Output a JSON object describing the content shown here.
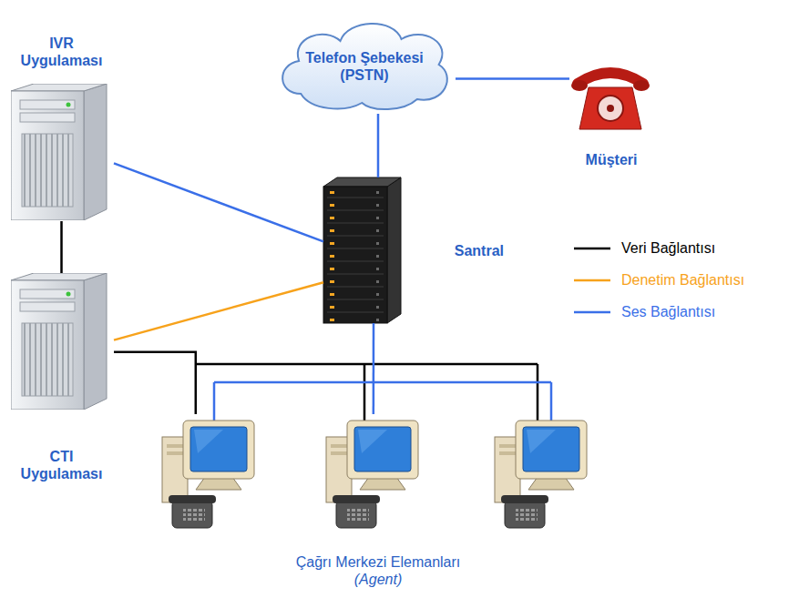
{
  "diagram": {
    "nodes": [
      {
        "text": [
          "IVR Uygulaması"
        ]
      },
      {
        "text": [
          "Telefon Şebekesi (PSTN)"
        ]
      },
      {
        "text": [
          "Müşteri"
        ]
      },
      {
        "text": [
          "Santral"
        ]
      },
      {
        "text": [
          "CTI Uygulaması"
        ]
      },
      {
        "text": [
          "Çağrı Merkezi Elemanları",
          "(Agent)"
        ]
      }
    ],
    "edges": [
      {
        "from": 1,
        "to": 2,
        "arrow": "none"
      },
      {
        "from": 1,
        "to": 3,
        "arrow": "none"
      },
      {
        "from": 0,
        "to": 3,
        "arrow": "none"
      },
      {
        "from": 0,
        "to": 4,
        "arrow": "none"
      },
      {
        "from": 4,
        "to": 3,
        "arrow": "none"
      },
      {
        "from": 4,
        "to": 5,
        "arrow": "none"
      },
      {
        "from": 3,
        "to": 5,
        "arrow": "none"
      }
    ],
    "legend": [
      {
        "text": "Veri Bağlantısı"
      },
      {
        "text": "Denetim Bağlantısı"
      },
      {
        "text": "Ses Bağlantısı"
      }
    ]
  }
}
